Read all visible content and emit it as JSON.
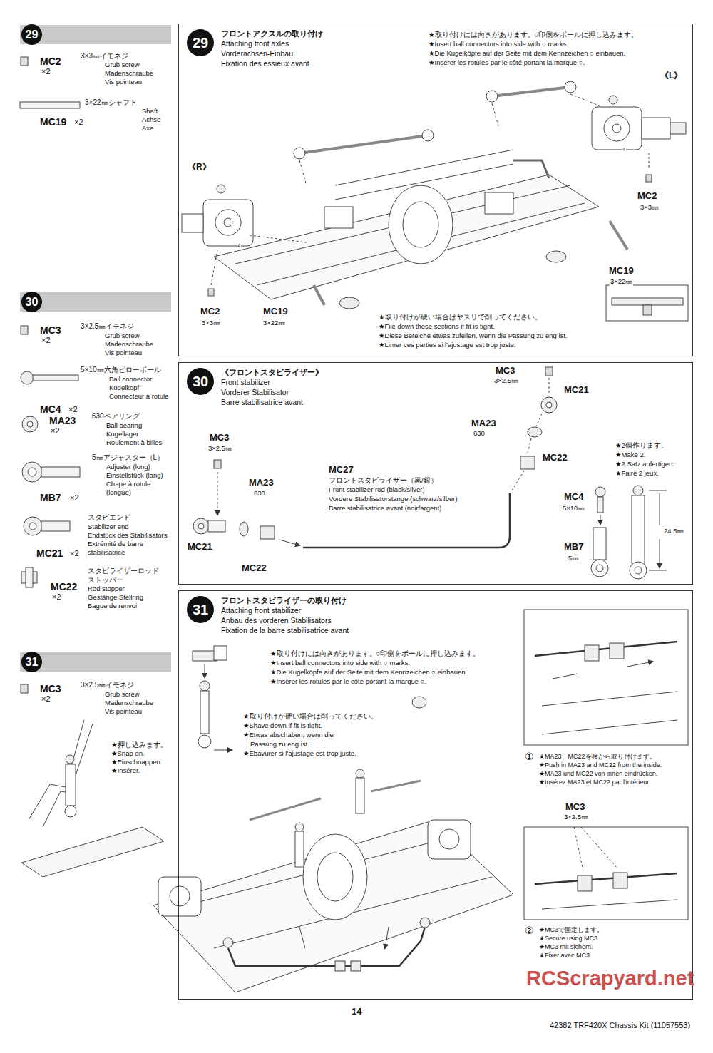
{
  "diagram": {
    "nodes": [
      {
        "text": [
          "29"
        ]
      },
      {
        "text": [
          "29",
          "フロントアクスルの取り付け",
          "Attaching front axles",
          "Vorderachsen-Einbau",
          "Fixation des essieux avant"
        ]
      },
      {
        "text": [
          "30"
        ]
      },
      {
        "text": [
          "30",
          "《フロントスタビライザー》",
          "Front stabilizer",
          "Vorderer Stabilisator",
          "Barre stabilisatrice avant"
        ]
      },
      {
        "text": [
          "31"
        ]
      },
      {
        "text": [
          "31",
          "フロントスタビライザーの取り付け",
          "Attaching front stabilizer",
          "Anbau des vorderen Stabilisators",
          "Fixation de la barre stabilisatrice avant"
        ]
      }
    ],
    "labels": [
      "MC2",
      "×2",
      "3×3㎜イモネジ",
      "Grub screw",
      "Madenschraube",
      "Vis pointeau",
      "3×22㎜シャフト",
      "Shaft",
      "Achse",
      "Axe",
      "MC19",
      "×2",
      "MC3",
      "×2",
      "3×2.5㎜イモネジ",
      "Grub screw",
      "Madenschraube",
      "Vis pointeau",
      "5×10㎜六角ピローボール",
      "Ball connector",
      "Kugelkopf",
      "Connecteur à rotule",
      "MC4",
      "×2",
      "MA23",
      "×2",
      "630ベアリング",
      "Ball bearing",
      "Kugellager",
      "Roulement à billes",
      "5㎜アジャスター（L）",
      "Adjuster (long)",
      "Einstellstück (lang)",
      "Chape à rotule",
      "(longue)",
      "MB7",
      "×2",
      "スタビエンド",
      "Stabilizer end",
      "Endstück des Stabilisators",
      "Extrémité de barre",
      "stabilisatrice",
      "MC21",
      "×2",
      "スタビライザーロッド",
      "ストッパー",
      "Rod stopper",
      "Gestänge Stellring",
      "Bague de renvoi",
      "MC22",
      "×2",
      "MC3",
      "×2",
      "3×2.5㎜イモネジ",
      "Grub screw",
      "Madenschraube",
      "Vis pointeau",
      "★押し込みます。",
      "★Snap on.",
      "★Einschnappen.",
      "★Insérer.",
      "★取り付けには向きがあります。○印側をボールに押し込みます。",
      "★Insert ball connectors into side with ○ marks.",
      "★Die Kugelköpfe auf der Seite mit dem Kennzeichen ○ einbauen.",
      "★Insérer les rotules par le côté portant la marque ○.",
      "《L》",
      "《R》",
      "MC2",
      "3×3㎜",
      "MC19",
      "3×22㎜",
      "MC2",
      "3×3㎜",
      "MC19",
      "3×22㎜",
      "★取り付けが硬い場合はヤスリで削ってください。",
      "★File down these sections if fit is tight.",
      "★Diese Bereiche etwas zufeilen, wenn die Passung zu eng ist.",
      "★Limer ces parties si l'ajustage est trop juste.",
      "4",
      "4",
      "MC3",
      "3×2.5㎜",
      "MA23",
      "630",
      "MC21",
      "MC22",
      "MC27",
      "フロントスタビライザー（黒/銀）",
      "Front stabilizer rod (black/silver)",
      "Vordere Stabilisatorstange (schwarz/silber)",
      "Barre stabilisatrice avant (noir/argent)",
      "MC3",
      "3×2.5㎜",
      "MC21",
      "MA23",
      "630",
      "MC22",
      "★2個作ります。",
      "★Make 2.",
      "★2 Satz anfertigen.",
      "★Faire 2 jeux.",
      "MC4",
      "5×10㎜",
      "MB7",
      "5㎜",
      "24.5㎜",
      "★取り付けには向きがあります。○印側をボールに押し込みます。",
      "★Insert ball connectors into side with ○ marks.",
      "★Die Kugelköpfe auf der Seite mit dem Kennzeichen ○ einbauen.",
      "★Insérer les rotules par le côté portant la marque ○.",
      "★取り付けが硬い場合は削ってください。",
      "★Shave down if fit is tight.",
      "★Etwas abschaben, wenn die",
      "Passung zu eng ist.",
      "★Ebavurer si l'ajustage est trop juste.",
      "①",
      "★MA23、MC22を横から取り付けます。",
      "★Push in MA23 and MC22 from the inside.",
      "★MA23 und MC22 von innen eindrücken.",
      "★Insérez MA23 et MC22 par l'intérieur.",
      "MC3",
      "3×2.5㎜",
      "②",
      "★MC3で固定します。",
      "★Secure using MC3.",
      "★MC3 mit sichern.",
      "★Fixer avec MC3.",
      "14",
      "42382 TRF420X Chassis Kit (11057553)",
      "RCScrapyard.net"
    ]
  }
}
